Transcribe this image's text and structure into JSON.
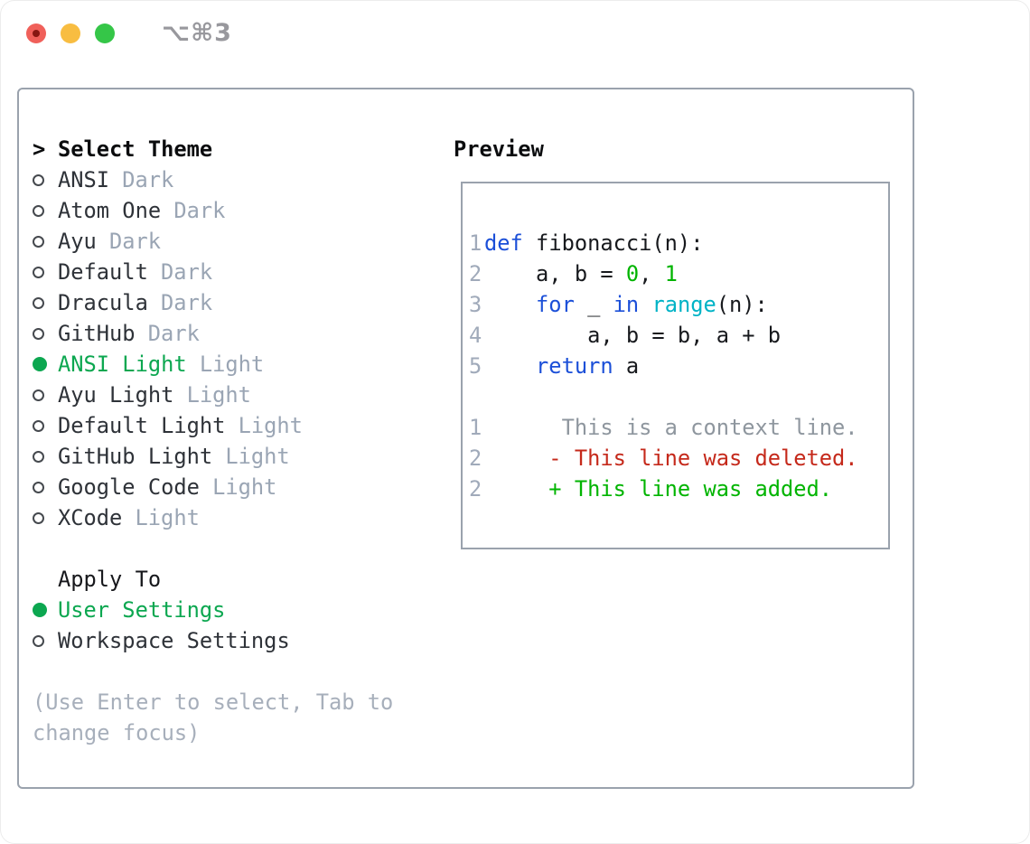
{
  "titlebar": {
    "shortcut": "⌥⌘3"
  },
  "theme_picker": {
    "prompt": ">",
    "header": "Select Theme",
    "themes": [
      {
        "name": "ANSI",
        "variant": "Dark",
        "selected": false
      },
      {
        "name": "Atom One",
        "variant": "Dark",
        "selected": false
      },
      {
        "name": "Ayu",
        "variant": "Dark",
        "selected": false
      },
      {
        "name": "Default",
        "variant": "Dark",
        "selected": false
      },
      {
        "name": "Dracula",
        "variant": "Dark",
        "selected": false
      },
      {
        "name": "GitHub",
        "variant": "Dark",
        "selected": false
      },
      {
        "name": "ANSI Light",
        "variant": "Light",
        "selected": true
      },
      {
        "name": "Ayu Light",
        "variant": "Light",
        "selected": false
      },
      {
        "name": "Default Light",
        "variant": "Light",
        "selected": false
      },
      {
        "name": "GitHub Light",
        "variant": "Light",
        "selected": false
      },
      {
        "name": "Google Code",
        "variant": "Light",
        "selected": false
      },
      {
        "name": "XCode",
        "variant": "Light",
        "selected": false
      }
    ],
    "apply_to": {
      "header": "Apply To",
      "options": [
        {
          "label": "User Settings",
          "selected": true
        },
        {
          "label": "Workspace Settings",
          "selected": false
        }
      ]
    },
    "hint_lines": [
      "(Use Enter to select, Tab to",
      "change focus)"
    ]
  },
  "preview": {
    "header": "Preview",
    "lines": [
      {
        "blank": true
      },
      {
        "num": "1",
        "tokens": [
          {
            "text": "def",
            "color": "kw"
          },
          {
            "text": " fibonacci(n):",
            "color": "fg"
          }
        ]
      },
      {
        "num": "2",
        "tokens": [
          {
            "text": "    a, b = ",
            "color": "fg"
          },
          {
            "text": "0",
            "color": "num"
          },
          {
            "text": ", ",
            "color": "fg"
          },
          {
            "text": "1",
            "color": "num"
          }
        ]
      },
      {
        "num": "3",
        "tokens": [
          {
            "text": "    ",
            "color": "fg"
          },
          {
            "text": "for",
            "color": "kw"
          },
          {
            "text": " _ ",
            "color": "fg"
          },
          {
            "text": "in",
            "color": "kw"
          },
          {
            "text": " ",
            "color": "fg"
          },
          {
            "text": "range",
            "color": "builtin"
          },
          {
            "text": "(n):",
            "color": "fg"
          }
        ]
      },
      {
        "num": "4",
        "tokens": [
          {
            "text": "        a, b = b, a + b",
            "color": "fg"
          }
        ]
      },
      {
        "num": "5",
        "tokens": [
          {
            "text": "    ",
            "color": "fg"
          },
          {
            "text": "return",
            "color": "kw"
          },
          {
            "text": " a",
            "color": "fg"
          }
        ]
      },
      {
        "blank": true
      },
      {
        "num": "1",
        "tokens": [
          {
            "text": "      This is a context line.",
            "color": "ctx"
          }
        ]
      },
      {
        "num": "2",
        "tokens": [
          {
            "text": "     - This line was deleted.",
            "color": "del"
          }
        ]
      },
      {
        "num": "2",
        "tokens": [
          {
            "text": "     + This line was added.",
            "color": "add"
          }
        ]
      }
    ]
  },
  "colors": {
    "accent": "#0ca750",
    "border": "#9aa2ad",
    "header": "#0b0c0e",
    "text": "#2e3238",
    "text_dark": "#17181c",
    "muted": "#9aa5b4",
    "hint": "#a7afbb",
    "ring": "#45494e",
    "line_number": "#a0aaba",
    "code_fg": "#17191d",
    "code_kw": "#1b4fd8",
    "code_builtin": "#00b3c6",
    "code_num": "#00b400",
    "diff_ctx": "#8e969e",
    "diff_del": "#c5291b",
    "diff_add": "#00b400",
    "tl_red": "#f0605a",
    "tl_red_dot": "#871712",
    "tl_yellow": "#f8bd41",
    "tl_green": "#35c648",
    "shortcut": "#98989d"
  }
}
